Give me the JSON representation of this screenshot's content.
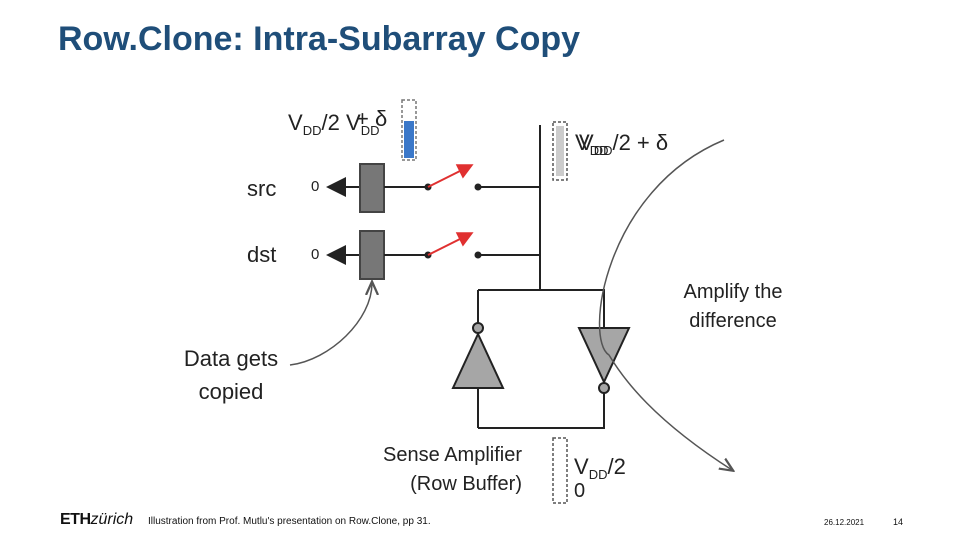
{
  "title": "Row.Clone: Intra-Subarray Copy",
  "rows": {
    "src_label": "src",
    "dst_label": "dst",
    "src_wordline_value": "0",
    "dst_wordline_value": "0"
  },
  "cell_voltage": {
    "vdd_prefix": "V",
    "vdd_sub": "DD",
    "top_left_a_rest": "/2",
    "top_left_b_rest": "+ δ"
  },
  "bitline_voltage": {
    "overlay_a_v": "V",
    "overlay_a_sub": "DD",
    "overlay_b_rest": "/2 + δ"
  },
  "bottom_voltage": {
    "v": "V",
    "sub": "DD",
    "rest": "/2",
    "zero": "0"
  },
  "callouts": {
    "amplify_line1": "Amplify the",
    "amplify_line2": "difference",
    "copied_line1": "Data gets",
    "copied_line2": "copied"
  },
  "sense_amp": {
    "line1": "Sense Amplifier",
    "line2": "(Row Buffer)"
  },
  "footer": {
    "logo_bold": "ETH",
    "logo_italic": "zürich",
    "source": "Illustration from Prof. Mutlu's presentation on Row.Clone, pp 31.",
    "date": "26.12.2021",
    "page": "14"
  },
  "colors": {
    "title": "#1f4e79",
    "switch_red": "#e03030",
    "cap_blue": "#3b78c9",
    "cell_gray": "#808080",
    "triangle_gray": "#a6a6a6"
  }
}
